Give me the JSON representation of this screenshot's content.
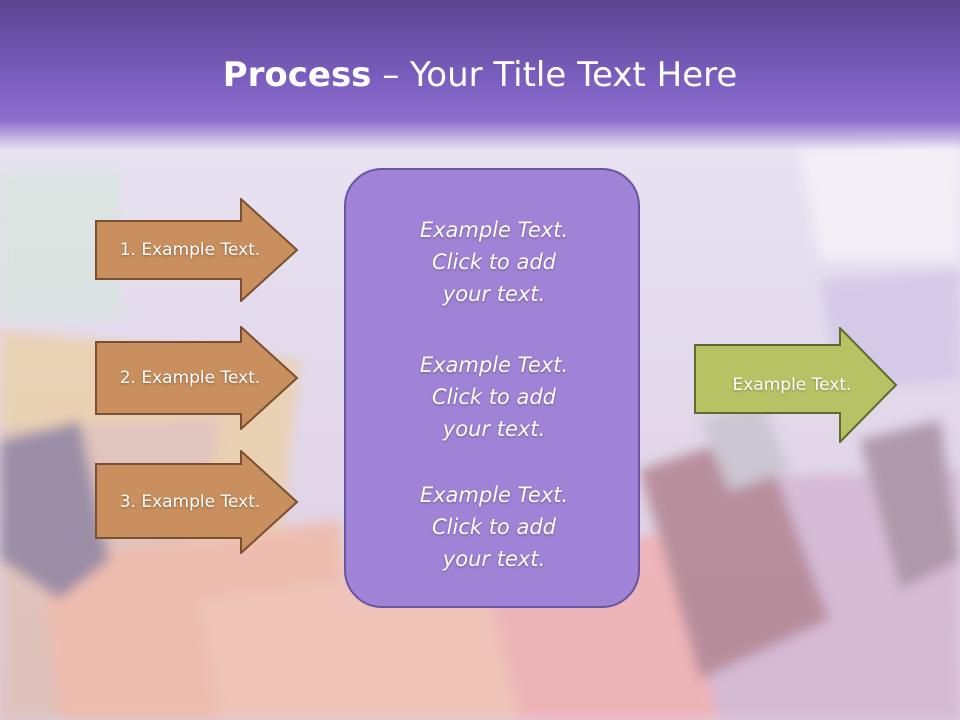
{
  "title": {
    "bold": "Process",
    "rest": " – Your Title Text Here"
  },
  "left_steps": [
    {
      "label": "1. Example Text."
    },
    {
      "label": "2. Example Text."
    },
    {
      "label": "3. Example Text."
    }
  ],
  "center_blocks": [
    {
      "line1": "Example Text.",
      "line2": "Click  to add",
      "line3": "your text."
    },
    {
      "line1": "Example Text.",
      "line2": "Click  to add",
      "line3": "your text."
    },
    {
      "line1": "Example Text.",
      "line2": "Click  to add",
      "line3": "your text."
    }
  ],
  "output": {
    "label": "Example Text."
  },
  "colors": {
    "title_bar": "#7c5fc0",
    "step_arrow_fill": "#c98f5e",
    "step_arrow_stroke": "#7a5130",
    "center_fill": "#a083d6",
    "output_fill": "#b7c265"
  }
}
